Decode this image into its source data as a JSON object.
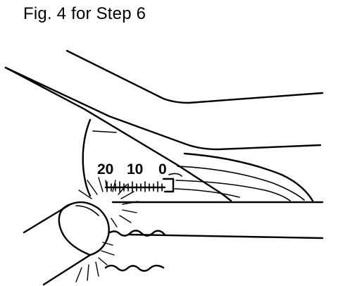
{
  "figure": {
    "title": "Fig. 4 for Step 6"
  },
  "scale": {
    "labels": [
      "20",
      "10",
      "0"
    ]
  }
}
